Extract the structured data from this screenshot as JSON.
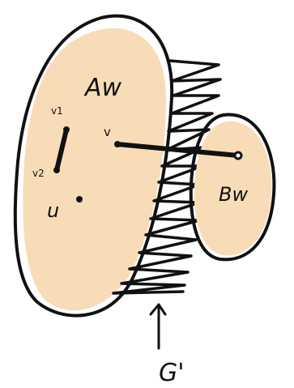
{
  "labels": {
    "set_a": "Aw",
    "set_b": "Bw",
    "vertex_v": "v",
    "vertex_v1": "v1",
    "vertex_v2": "v2",
    "vertex_u": "u",
    "graph": "G'"
  },
  "colors": {
    "fill": "#f8dcb8",
    "ink": "#111111",
    "background": "#ffffff"
  }
}
